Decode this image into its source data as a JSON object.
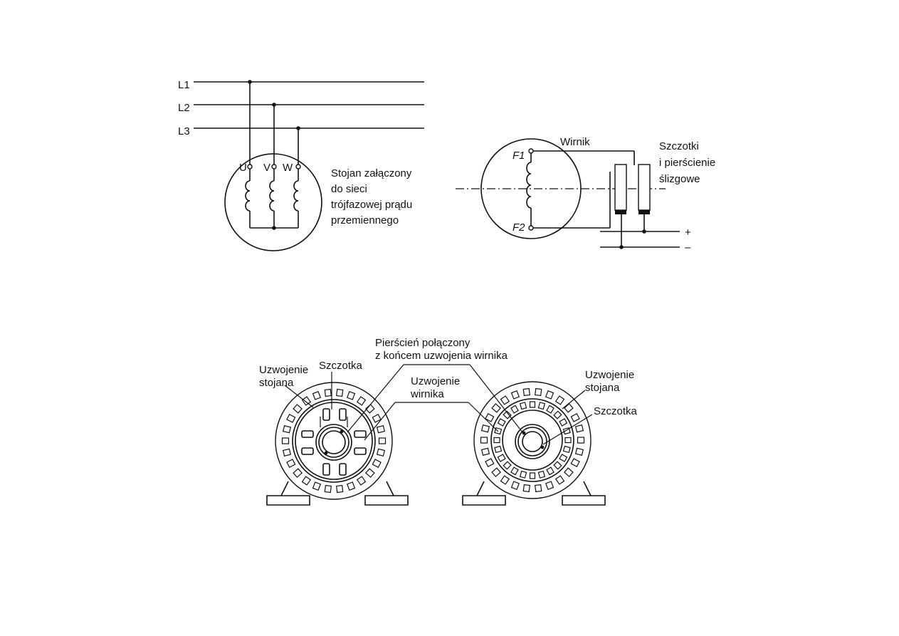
{
  "diagram": {
    "stator_circuit": {
      "lines": [
        "L1",
        "L2",
        "L3"
      ],
      "terminals": [
        "U",
        "V",
        "W"
      ],
      "caption": [
        "Stojan załączony",
        "do sieci",
        "trójfazowej prądu",
        "przemiennego"
      ]
    },
    "rotor_circuit": {
      "terminals": [
        "F1",
        "F2"
      ],
      "rotor_label": "Wirnik",
      "brushes_label": [
        "Szczotki",
        "i pierścienie",
        "ślizgowe"
      ],
      "plus": "+",
      "minus": "–"
    },
    "machines": {
      "ring_label": [
        "Pierścień połączony",
        "z końcem uzwojenia wirnika"
      ],
      "stator_winding_left": [
        "Uzwojenie",
        "stojana"
      ],
      "brush_left": "Szczotka",
      "rotor_winding": [
        "Uzwojenie",
        "wirnika"
      ],
      "stator_winding_right": [
        "Uzwojenie",
        "stojana"
      ],
      "brush_right": "Szczotka"
    }
  }
}
